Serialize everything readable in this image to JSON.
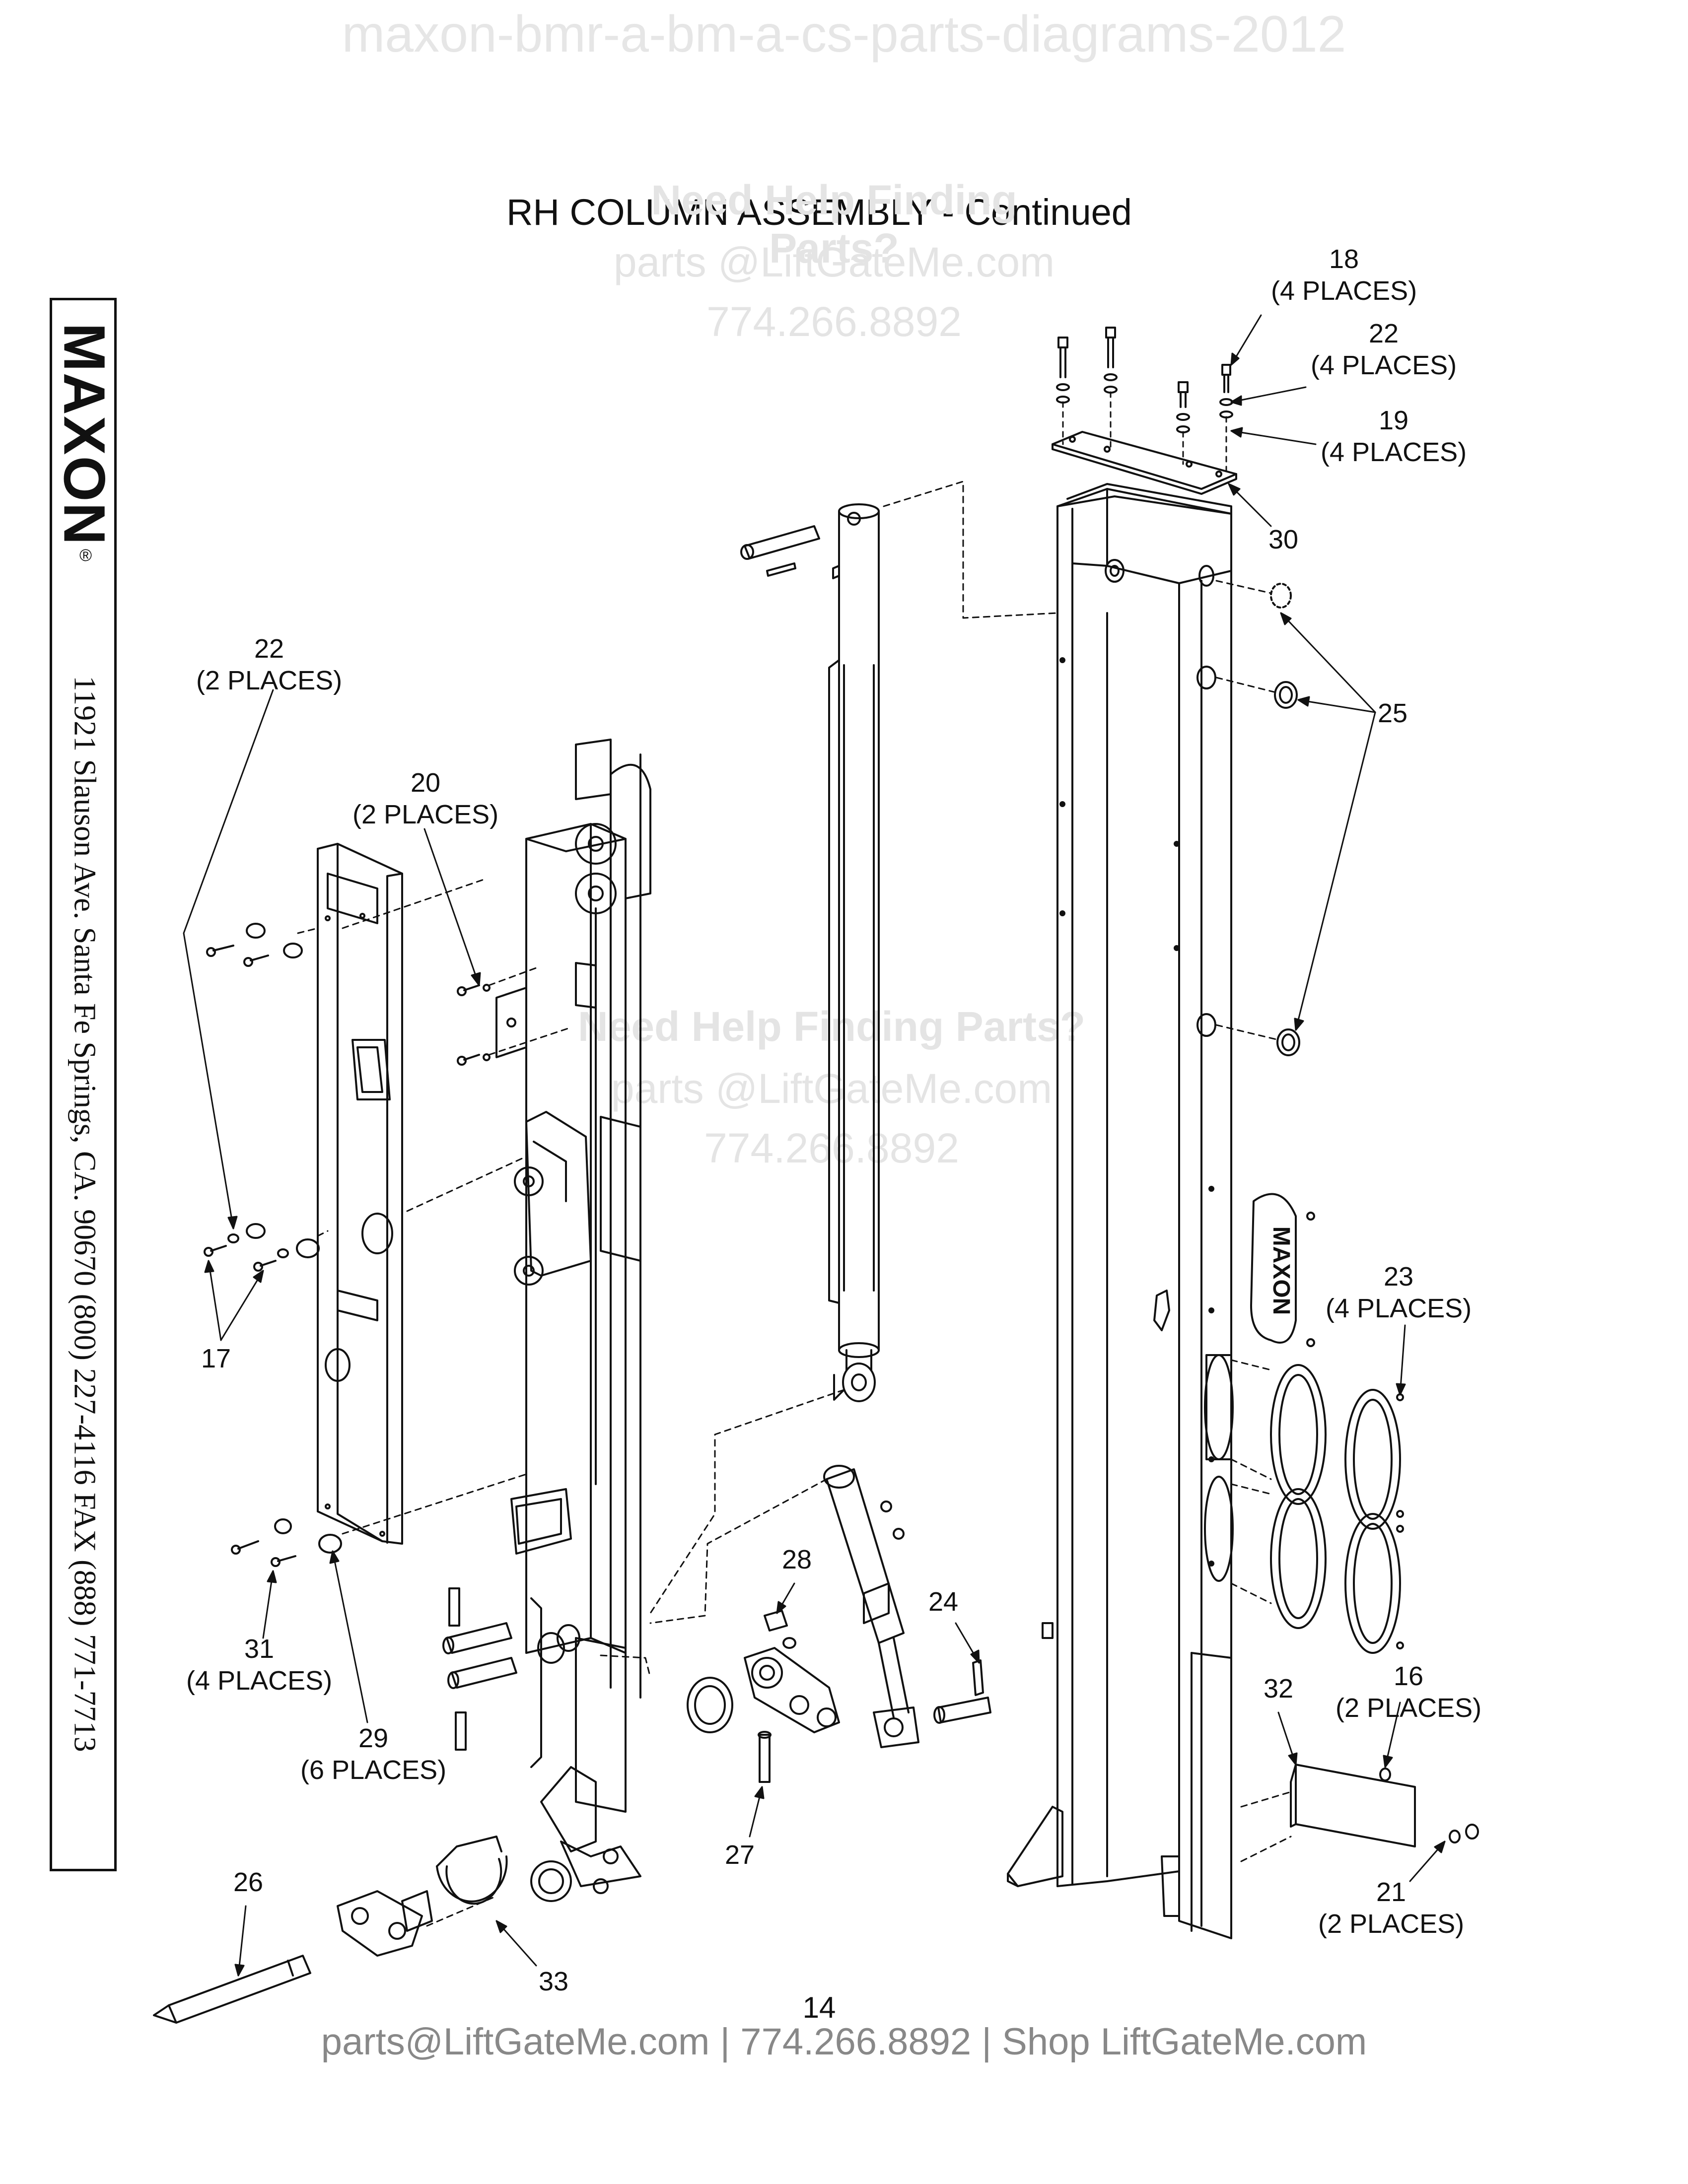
{
  "watermark_top": "maxon-bmr-a-bm-a-cs-parts-diagrams-2012",
  "title": "RH COLUMN ASSEMBLY - Continued",
  "watermark": {
    "line1": "Need Help Finding Parts?",
    "line2": "parts @LiftGateMe.com",
    "line3": "774.266.8892"
  },
  "sidebar": {
    "logo": "MAXON",
    "registered": "®",
    "address": "11921 Slauson Ave.  Santa Fe Springs, CA.  90670  (800) 227-4116  FAX (888) 771-7713"
  },
  "callouts": [
    {
      "id": "c18",
      "num": "18",
      "qty": "(4 PLACES)"
    },
    {
      "id": "c22a",
      "num": "22",
      "qty": "(4 PLACES)"
    },
    {
      "id": "c19",
      "num": "19",
      "qty": "(4 PLACES)"
    },
    {
      "id": "c30",
      "num": "30",
      "qty": ""
    },
    {
      "id": "c25",
      "num": "25",
      "qty": ""
    },
    {
      "id": "c22b",
      "num": "22",
      "qty": "(2 PLACES)"
    },
    {
      "id": "c20",
      "num": "20",
      "qty": "(2 PLACES)"
    },
    {
      "id": "c17",
      "num": "17",
      "qty": ""
    },
    {
      "id": "c23",
      "num": "23",
      "qty": "(4 PLACES)"
    },
    {
      "id": "c28",
      "num": "28",
      "qty": ""
    },
    {
      "id": "c24",
      "num": "24",
      "qty": ""
    },
    {
      "id": "c31",
      "num": "31",
      "qty": "(4 PLACES)"
    },
    {
      "id": "c29",
      "num": "29",
      "qty": "(6 PLACES)"
    },
    {
      "id": "c16",
      "num": "16",
      "qty": "(2 PLACES)"
    },
    {
      "id": "c32",
      "num": "32",
      "qty": ""
    },
    {
      "id": "c27",
      "num": "27",
      "qty": ""
    },
    {
      "id": "c21",
      "num": "21",
      "qty": "(2 PLACES)"
    },
    {
      "id": "c26",
      "num": "26",
      "qty": ""
    },
    {
      "id": "c33",
      "num": "33",
      "qty": ""
    }
  ],
  "page_number": "14",
  "footer": "parts@LiftGateMe.com | 774.266.8892 | Shop LiftGateMe.com"
}
